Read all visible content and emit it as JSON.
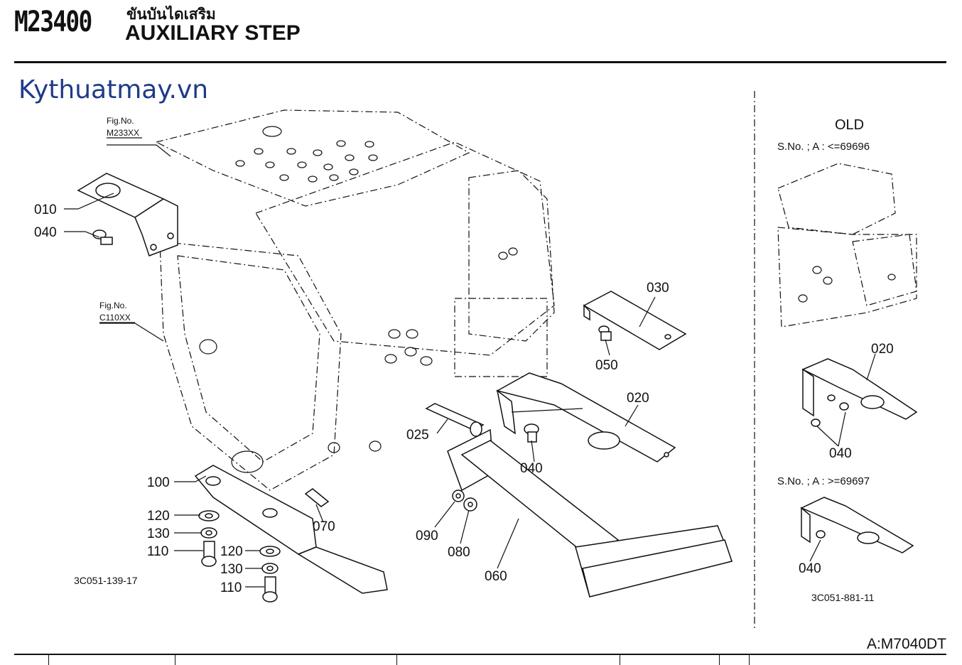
{
  "header": {
    "code": "M23400",
    "thai_title": "ขันบันไดเสริม",
    "title": "AUXILIARY STEP"
  },
  "watermark": "Kythuatmay.vn",
  "main_diagram": {
    "fig_refs": [
      {
        "label": "Fig.No.",
        "ref": "M233XX"
      },
      {
        "label": "Fig.No.",
        "ref": "C110XX"
      }
    ],
    "callouts": [
      "010",
      "040",
      "030",
      "050",
      "020",
      "025",
      "040",
      "100",
      "120",
      "130",
      "110",
      "120",
      "130",
      "110",
      "070",
      "090",
      "080",
      "060"
    ],
    "drawing_code": "3C051-139-17"
  },
  "old_panel": {
    "heading": "OLD",
    "serial_1": "S.No. ; A : <=69696",
    "callouts_1": [
      "020",
      "040"
    ],
    "serial_2": "S.No. ; A : >=69697",
    "callouts_2": [
      "040"
    ],
    "drawing_code": "3C051-881-11"
  },
  "footer": {
    "model": "A:M7040DT"
  }
}
